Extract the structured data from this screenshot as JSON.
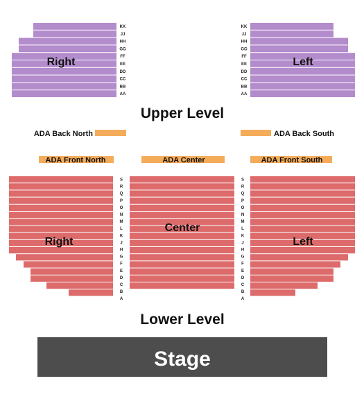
{
  "colors": {
    "upper_section": "#b38ccc",
    "lower_section": "#dd6b6b",
    "ada": "#f4ac5a",
    "stage": "#4d4d4d",
    "row_divider": "#ffffff"
  },
  "upper_level": {
    "title": "Upper Level",
    "right_section": "Right",
    "left_section": "Left",
    "rows": [
      "KK",
      "JJ",
      "HH",
      "GG",
      "FF",
      "EE",
      "DD",
      "CC",
      "BB",
      "AA"
    ]
  },
  "ada": {
    "back_north": "ADA Back North",
    "back_south": "ADA Back South",
    "front_north": "ADA Front North",
    "center": "ADA Center",
    "front_south": "ADA Front South"
  },
  "lower_level": {
    "title": "Lower Level",
    "right_section": "Right",
    "center_section": "Center",
    "left_section": "Left",
    "rows": [
      "S",
      "R",
      "Q",
      "P",
      "O",
      "N",
      "M",
      "L",
      "K",
      "J",
      "H",
      "G",
      "F",
      "E",
      "D",
      "C",
      "B",
      "A"
    ]
  },
  "stage": {
    "label": "Stage"
  }
}
